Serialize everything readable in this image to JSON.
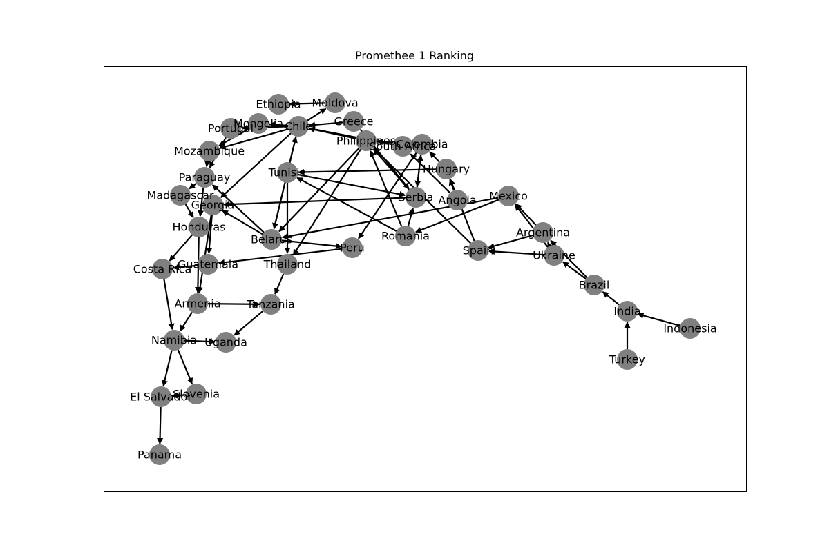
{
  "title": "Promethee 1 Ranking",
  "colors": {
    "node": "#808080",
    "edge": "#000000",
    "frame": "#000000"
  },
  "nodes": [
    {
      "id": "Moldova",
      "label": "Moldova"
    },
    {
      "id": "Ethiopia",
      "label": "Ethiopia"
    },
    {
      "id": "Mongolia",
      "label": "Mongolia"
    },
    {
      "id": "Portugal",
      "label": "Portugal"
    },
    {
      "id": "Chile",
      "label": "Chile"
    },
    {
      "id": "Greece",
      "label": "Greece"
    },
    {
      "id": "Philippines",
      "label": "Philippines"
    },
    {
      "id": "South Africa",
      "label": "South Africa"
    },
    {
      "id": "Colombia",
      "label": "Colombia"
    },
    {
      "id": "Mozambique",
      "label": "Mozambique"
    },
    {
      "id": "Paraguay",
      "label": "Paraguay"
    },
    {
      "id": "Tunisia",
      "label": "Tunisia"
    },
    {
      "id": "Hungary",
      "label": "Hungary"
    },
    {
      "id": "Madagascar",
      "label": "Madagascar"
    },
    {
      "id": "Georgia",
      "label": "Georgia"
    },
    {
      "id": "Serbia",
      "label": "Serbia"
    },
    {
      "id": "Angola",
      "label": "Angola"
    },
    {
      "id": "Mexico",
      "label": "Mexico"
    },
    {
      "id": "Honduras",
      "label": "Honduras"
    },
    {
      "id": "Belarus",
      "label": "Belarus"
    },
    {
      "id": "Peru",
      "label": "Peru"
    },
    {
      "id": "Romania",
      "label": "Romania"
    },
    {
      "id": "Argentina",
      "label": "Argentina"
    },
    {
      "id": "Spain",
      "label": "Spain"
    },
    {
      "id": "Ukraine",
      "label": "Ukraine"
    },
    {
      "id": "Costa Rica",
      "label": "Costa Rica"
    },
    {
      "id": "Guatemala",
      "label": "Guatemala"
    },
    {
      "id": "Thailand",
      "label": "Thailand"
    },
    {
      "id": "Brazil",
      "label": "Brazil"
    },
    {
      "id": "Armenia",
      "label": "Armenia"
    },
    {
      "id": "Tanzania",
      "label": "Tanzania"
    },
    {
      "id": "India",
      "label": "India"
    },
    {
      "id": "Indonesia",
      "label": "Indonesia"
    },
    {
      "id": "Namibia",
      "label": "Namibia"
    },
    {
      "id": "Uganda",
      "label": "Uganda"
    },
    {
      "id": "Turkey",
      "label": "Turkey"
    },
    {
      "id": "El Salvador",
      "label": "El Salvador"
    },
    {
      "id": "Slovenia",
      "label": "Slovenia"
    },
    {
      "id": "Panama",
      "label": "Panama"
    }
  ],
  "edges": [
    [
      "Moldova",
      "Ethiopia"
    ],
    [
      "Chile",
      "Moldova"
    ],
    [
      "Chile",
      "Mongolia"
    ],
    [
      "Chile",
      "Portugal"
    ],
    [
      "Chile",
      "Mozambique"
    ],
    [
      "Chile",
      "Georgia"
    ],
    [
      "Chile",
      "Belarus"
    ],
    [
      "Greece",
      "Chile"
    ],
    [
      "Greece",
      "Serbia"
    ],
    [
      "Philippines",
      "Chile"
    ],
    [
      "Philippines",
      "Belarus"
    ],
    [
      "Philippines",
      "Thailand"
    ],
    [
      "South Africa",
      "Chile"
    ],
    [
      "Colombia",
      "Philippines"
    ],
    [
      "Colombia",
      "Serbia"
    ],
    [
      "Colombia",
      "Peru"
    ],
    [
      "Hungary",
      "Tunisia"
    ],
    [
      "Hungary",
      "Colombia"
    ],
    [
      "Angola",
      "Hungary"
    ],
    [
      "Angola",
      "South Africa"
    ],
    [
      "Spain",
      "Hungary"
    ],
    [
      "Spain",
      "Philippines"
    ],
    [
      "Tunisia",
      "Chile"
    ],
    [
      "Tunisia",
      "Belarus"
    ],
    [
      "Tunisia",
      "Thailand"
    ],
    [
      "Tunisia",
      "Serbia"
    ],
    [
      "Serbia",
      "Colombia"
    ],
    [
      "Serbia",
      "Georgia"
    ],
    [
      "Serbia",
      "Philippines"
    ],
    [
      "Romania",
      "Tunisia"
    ],
    [
      "Romania",
      "Philippines"
    ],
    [
      "Romania",
      "Serbia"
    ],
    [
      "Mexico",
      "Belarus"
    ],
    [
      "Mexico",
      "Romania"
    ],
    [
      "Mongolia",
      "Mozambique"
    ],
    [
      "Portugal",
      "Paraguay"
    ],
    [
      "Mozambique",
      "Paraguay"
    ],
    [
      "Paraguay",
      "Madagascar"
    ],
    [
      "Paraguay",
      "Honduras"
    ],
    [
      "Madagascar",
      "Honduras"
    ],
    [
      "Georgia",
      "Guatemala"
    ],
    [
      "Georgia",
      "Armenia"
    ],
    [
      "Belarus",
      "Georgia"
    ],
    [
      "Belarus",
      "Paraguay"
    ],
    [
      "Belarus",
      "Peru"
    ],
    [
      "Honduras",
      "Costa Rica"
    ],
    [
      "Honduras",
      "Armenia"
    ],
    [
      "Peru",
      "Guatemala"
    ],
    [
      "Guatemala",
      "Costa Rica"
    ],
    [
      "Costa Rica",
      "Namibia"
    ],
    [
      "Thailand",
      "Tanzania"
    ],
    [
      "Armenia",
      "Tanzania"
    ],
    [
      "Armenia",
      "Namibia"
    ],
    [
      "Tanzania",
      "Uganda"
    ],
    [
      "Namibia",
      "Uganda"
    ],
    [
      "Namibia",
      "El Salvador"
    ],
    [
      "Namibia",
      "Slovenia"
    ],
    [
      "Slovenia",
      "El Salvador"
    ],
    [
      "El Salvador",
      "Panama"
    ],
    [
      "Argentina",
      "Spain"
    ],
    [
      "Argentina",
      "Mexico"
    ],
    [
      "Ukraine",
      "Spain"
    ],
    [
      "Ukraine",
      "Mexico"
    ],
    [
      "Ukraine",
      "Argentina"
    ],
    [
      "Brazil",
      "Ukraine"
    ],
    [
      "Brazil",
      "Argentina"
    ],
    [
      "India",
      "Brazil"
    ],
    [
      "Indonesia",
      "India"
    ],
    [
      "Turkey",
      "India"
    ]
  ]
}
